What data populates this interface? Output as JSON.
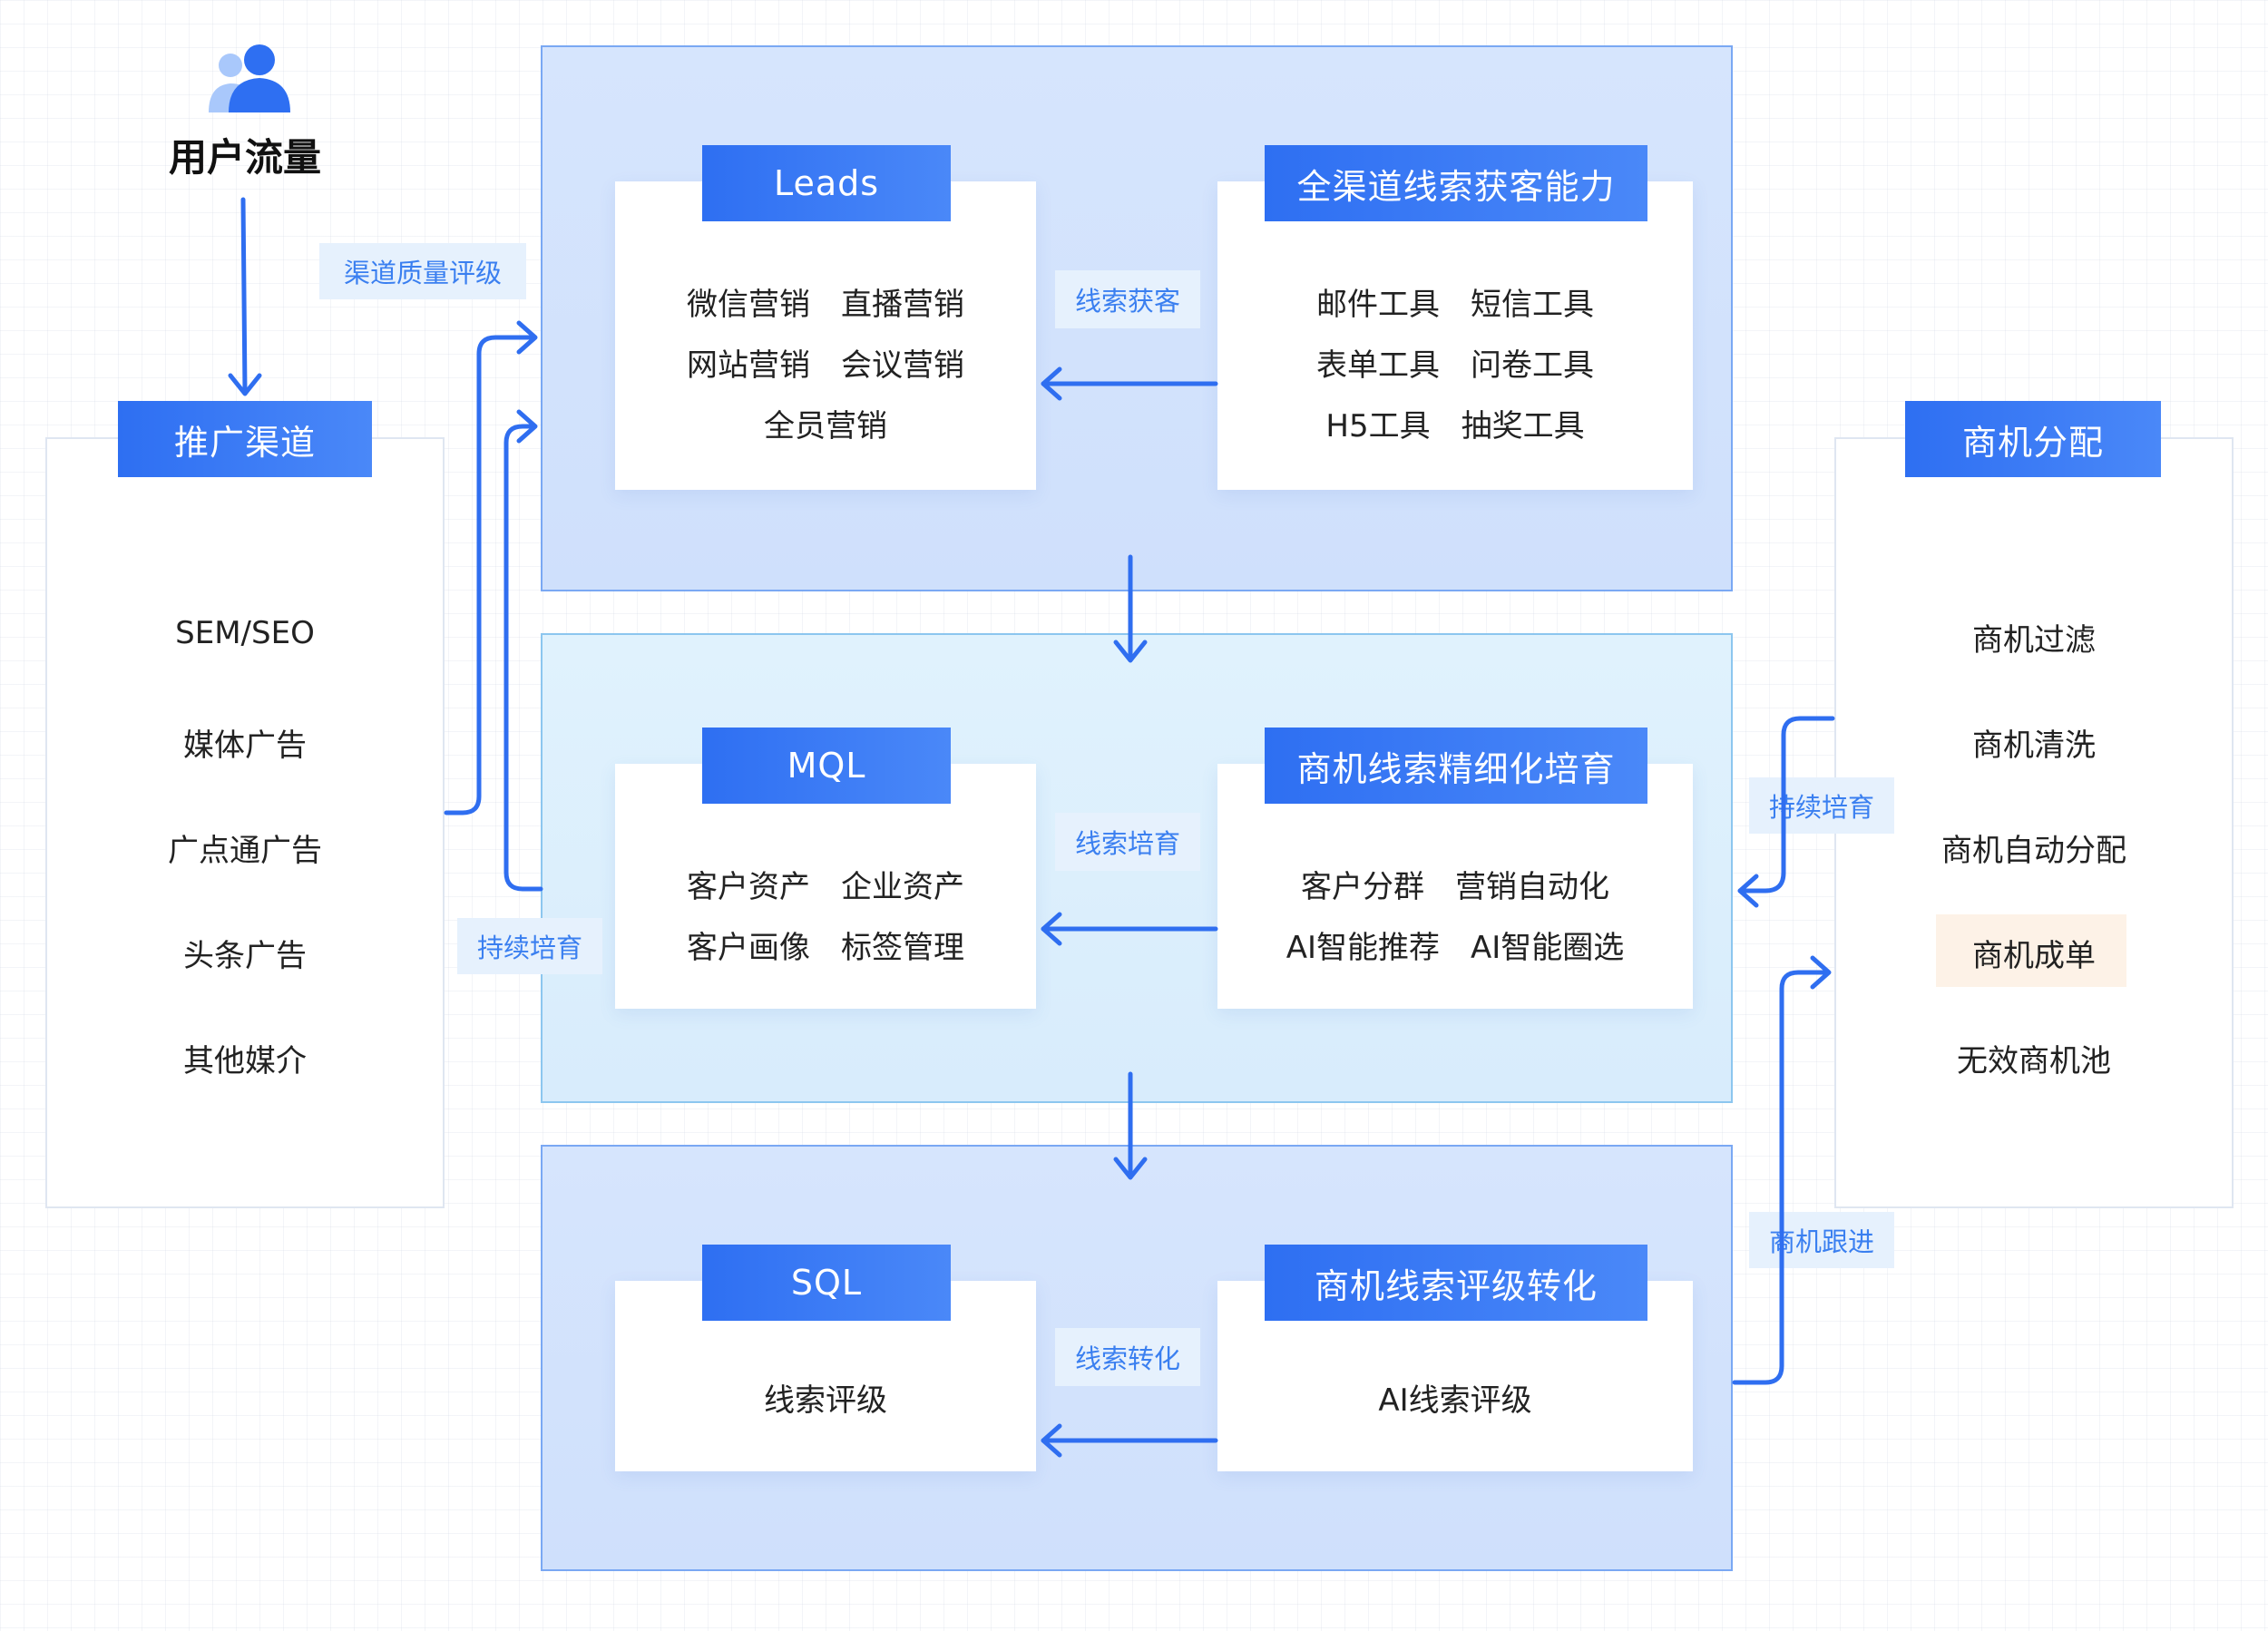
{
  "title": "用户流量",
  "channels": {
    "header": "推广渠道",
    "items": [
      "SEM/SEO",
      "媒体广告",
      "广点通广告",
      "头条广告",
      "其他媒介"
    ]
  },
  "opportunity": {
    "header": "商机分配",
    "items": [
      "商机过滤",
      "商机清洗",
      "商机自动分配",
      "商机成单",
      "无效商机池"
    ]
  },
  "stages": [
    {
      "left_header": "Leads",
      "left_rows": [
        "微信营销　直播营销",
        "网站营销　会议营销",
        "全员营销"
      ],
      "right_header": "全渠道线索获客能力",
      "right_rows": [
        "邮件工具　短信工具",
        "表单工具　问卷工具",
        "H5工具　抽奖工具"
      ],
      "link_label": "线索获客"
    },
    {
      "left_header": "MQL",
      "left_rows": [
        "客户资产　企业资产",
        "客户画像　标签管理"
      ],
      "right_header": "商机线索精细化培育",
      "right_rows": [
        "客户分群　营销自动化",
        "AI智能推荐　AI智能圈选"
      ],
      "link_label": "线索培育"
    },
    {
      "left_header": "SQL",
      "left_rows": [
        "线索评级"
      ],
      "right_header": "商机线索评级转化",
      "right_rows": [
        "AI线索评级"
      ],
      "link_label": "线索转化"
    }
  ],
  "labels": {
    "channel_quality": "渠道质量评级",
    "nurture_left": "持续培育",
    "nurture_right": "持续培育",
    "follow_up": "商机跟进"
  },
  "colors": {
    "primary": "#2e6ff2",
    "arrow": "#2f6ef0",
    "stage_bg": "#d6e5fd",
    "stage_mid_bg": "#e0f2fd",
    "pill_bg": "#e6f1fd",
    "highlight_bg": "#fdf2e7"
  }
}
